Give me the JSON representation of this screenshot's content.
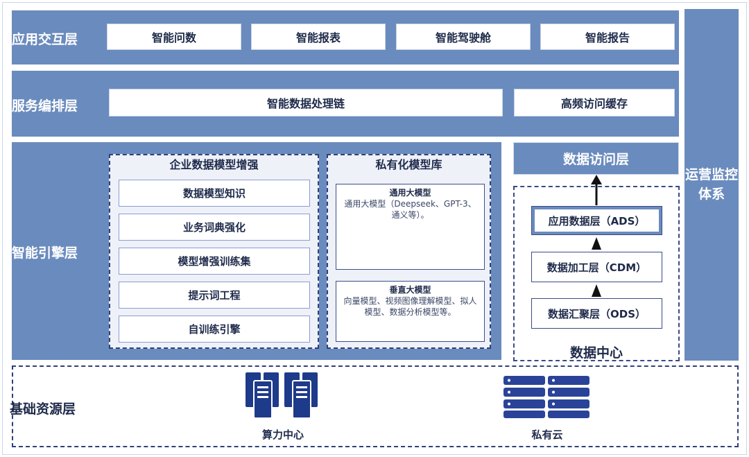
{
  "application_layer": {
    "label": "应用交互层",
    "items": [
      "智能问数",
      "智能报表",
      "智能驾驶舱",
      "智能报告"
    ]
  },
  "service_layer": {
    "label": "服务编排层",
    "items": [
      "智能数据处理链",
      "高频访问缓存"
    ]
  },
  "engine_layer": {
    "label": "智能引擎层",
    "enterprise_panel": {
      "title": "企业数据模型增强",
      "items": [
        "数据模型知识",
        "业务词典强化",
        "模型增强训练集",
        "提示词工程",
        "自训练引擎"
      ]
    },
    "model_library": {
      "title": "私有化模型库",
      "general": {
        "title": "通用大模型",
        "text": "通用大模型（Deepseek、GPT-3、通义等）。"
      },
      "vertical": {
        "title": "垂直大模型",
        "text": "向量模型、视频图像理解模型、拟人模型、数据分析模型等。"
      }
    }
  },
  "data_access": {
    "label": "数据访问层"
  },
  "data_center": {
    "title": "数据中心",
    "layers": [
      "应用数据层（ADS）",
      "数据加工层（CDM）",
      "数据汇聚层（ODS）"
    ]
  },
  "ops_monitoring": {
    "label_line1": "运营监控",
    "label_line2": "体系"
  },
  "infrastructure": {
    "label": "基础资源层",
    "compute_caption": "算力中心",
    "cloud_caption": "私有云"
  },
  "colors": {
    "band": "#6a8bbd",
    "panel_bg": "#eef1f8",
    "dark_navy": "#2f3f7a",
    "icon_blue": "#1e3a8a"
  }
}
